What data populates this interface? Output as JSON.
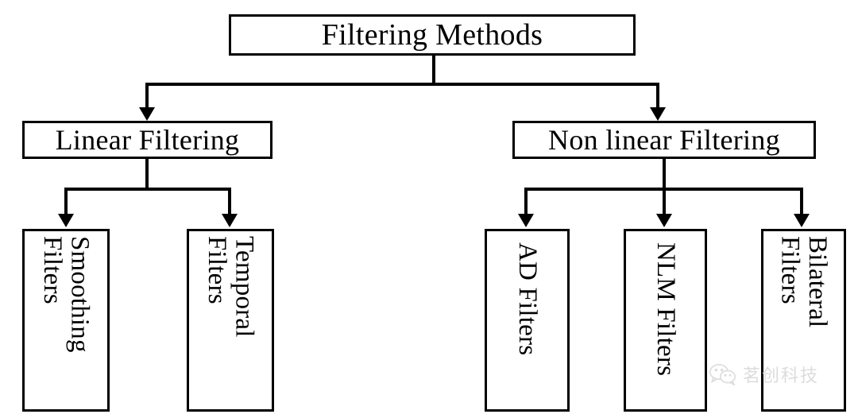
{
  "diagram": {
    "title": "Filtering Methods",
    "type": "tree",
    "root": {
      "label": "Filtering Methods"
    },
    "level2": [
      {
        "id": "linear",
        "label": "Linear Filtering"
      },
      {
        "id": "nonlinear",
        "label": "Non linear Filtering"
      }
    ],
    "leaves": [
      {
        "id": "smoothing",
        "parent": "linear",
        "label": "Smoothing\nFilters",
        "orientation": "vertical",
        "lines": 2
      },
      {
        "id": "temporal",
        "parent": "linear",
        "label": "Temporal\nFilters",
        "orientation": "vertical",
        "lines": 2
      },
      {
        "id": "ad",
        "parent": "nonlinear",
        "label": "AD Filters",
        "orientation": "vertical",
        "lines": 1
      },
      {
        "id": "nlm",
        "parent": "nonlinear",
        "label": "NLM Filters",
        "orientation": "vertical",
        "lines": 1
      },
      {
        "id": "bilateral",
        "parent": "nonlinear",
        "label": "Bilateral\nFilters",
        "orientation": "vertical",
        "lines": 2
      }
    ]
  },
  "style": {
    "box_border_color": "#000000",
    "box_fill_color": "#ffffff",
    "connector_color": "#000000",
    "text_color": "#000000",
    "background_color": "#ffffff",
    "watermark_color": "#dcdcdc"
  },
  "watermark": {
    "icon": "wechat-icon",
    "text": "茗创科技"
  }
}
